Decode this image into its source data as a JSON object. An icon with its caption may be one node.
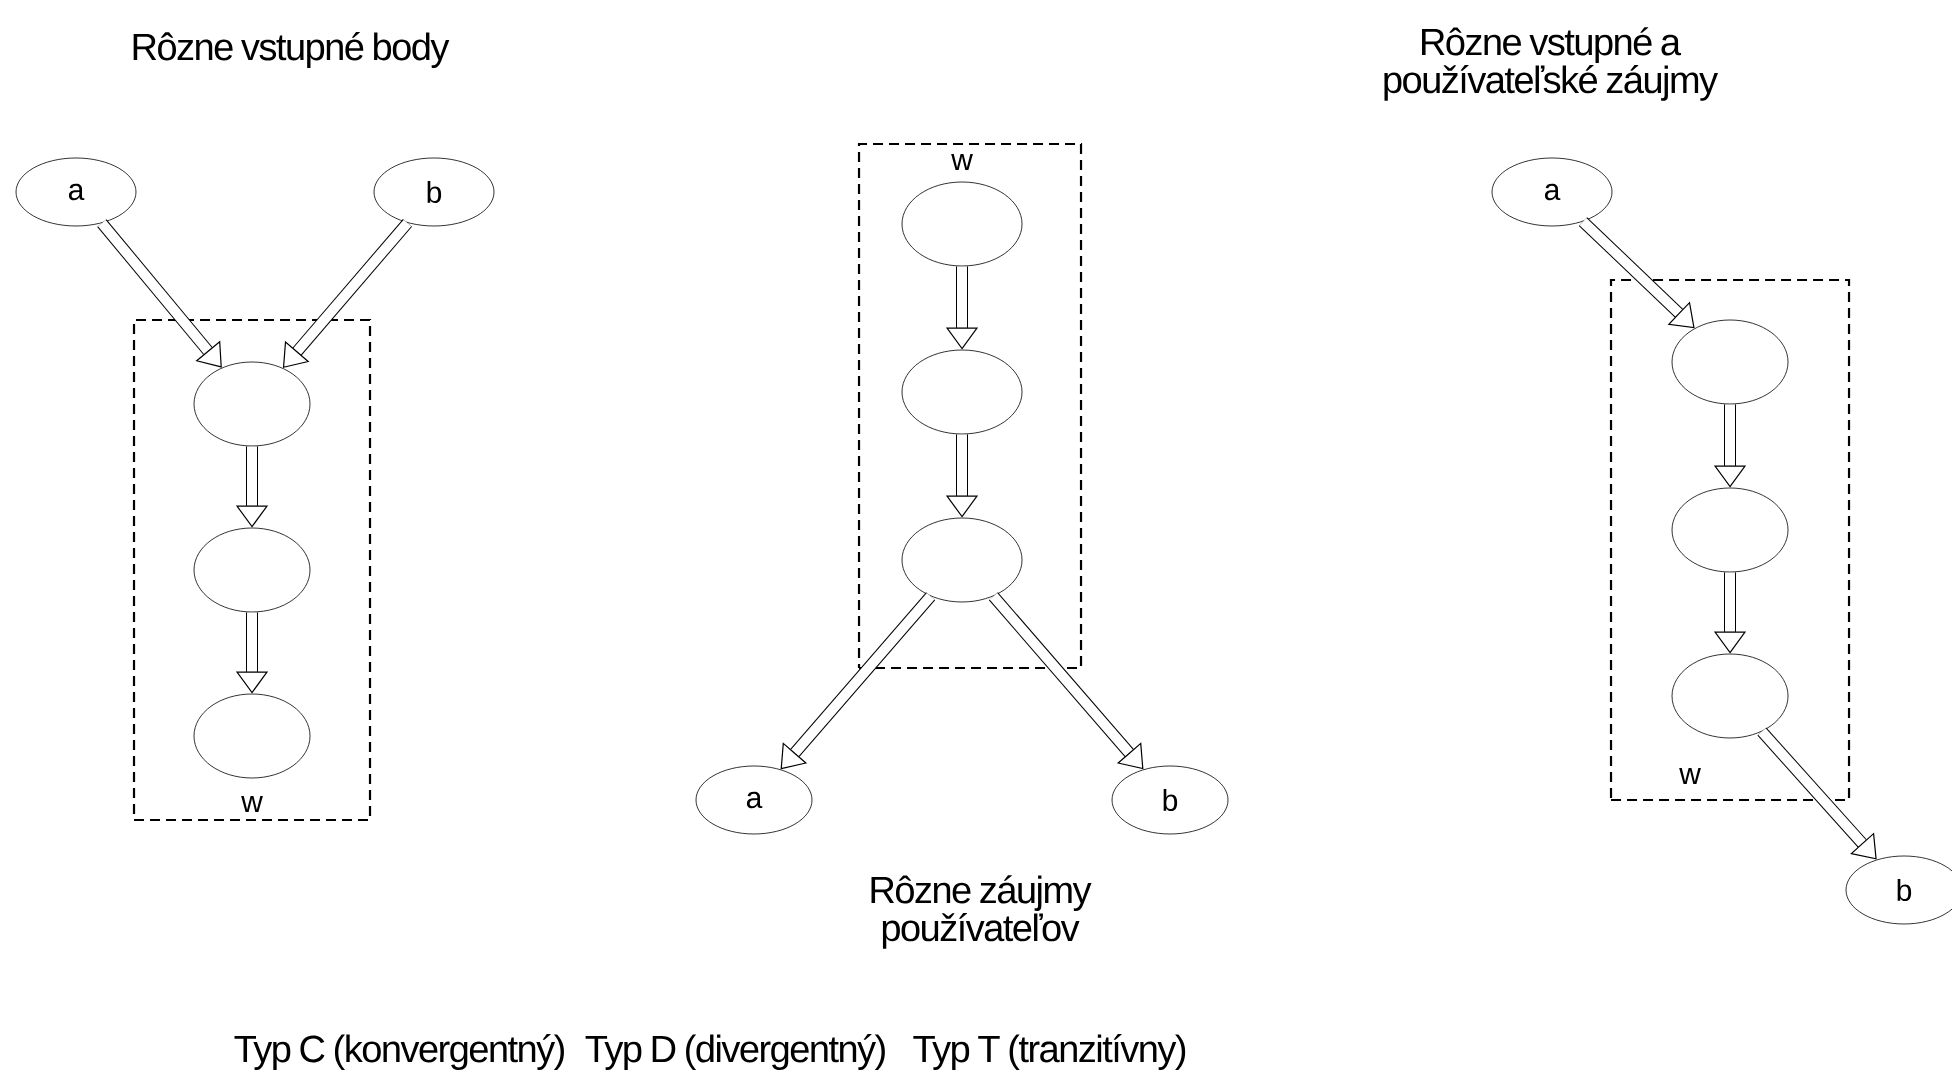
{
  "diagram": {
    "nodes": [
      {
        "text": [
          "a"
        ]
      },
      {
        "text": [
          "b"
        ]
      },
      {
        "text": [
          "w"
        ]
      },
      {
        "text": [],
        "shape": "circle",
        "in": 2
      },
      {
        "text": [],
        "shape": "circle",
        "in": 2
      },
      {
        "text": [],
        "shape": "circle",
        "in": 2
      },
      {
        "text": [
          "w"
        ]
      },
      {
        "text": [],
        "shape": "circle",
        "in": 6
      },
      {
        "text": [],
        "shape": "circle",
        "in": 6
      },
      {
        "text": [],
        "shape": "circle",
        "in": 6
      },
      {
        "text": [
          "a"
        ]
      },
      {
        "text": [
          "b"
        ]
      },
      {
        "text": [
          "a"
        ]
      },
      {
        "text": [
          "w"
        ]
      },
      {
        "text": [],
        "shape": "circle",
        "in": 13
      },
      {
        "text": [],
        "shape": "circle",
        "in": 13
      },
      {
        "text": [],
        "shape": "circle",
        "in": 13
      },
      {
        "text": [
          "b"
        ]
      }
    ],
    "edges": [
      {
        "from": 0,
        "to": 3,
        "arrow": "to"
      },
      {
        "from": 1,
        "to": 3,
        "arrow": "to"
      },
      {
        "from": 3,
        "to": 4,
        "arrow": "to"
      },
      {
        "from": 4,
        "to": 5,
        "arrow": "to"
      },
      {
        "from": 7,
        "to": 8,
        "arrow": "to"
      },
      {
        "from": 8,
        "to": 9,
        "arrow": "to"
      },
      {
        "from": 9,
        "to": 10,
        "arrow": "to"
      },
      {
        "from": 9,
        "to": 11,
        "arrow": "to"
      },
      {
        "from": 12,
        "to": 14,
        "arrow": "to"
      },
      {
        "from": 14,
        "to": 15,
        "arrow": "to"
      },
      {
        "from": 15,
        "to": 16,
        "arrow": "to"
      },
      {
        "from": 16,
        "to": 17,
        "arrow": "to"
      }
    ],
    "labels": [
      "Rôzne vstupné body",
      "Rôzne vstupné a používateľské záujmy",
      "Rôzne záujmy používateľov",
      "Typ C (konvergentný)",
      "Typ D (divergentný)",
      "Typ T (tranzitívny)"
    ]
  }
}
